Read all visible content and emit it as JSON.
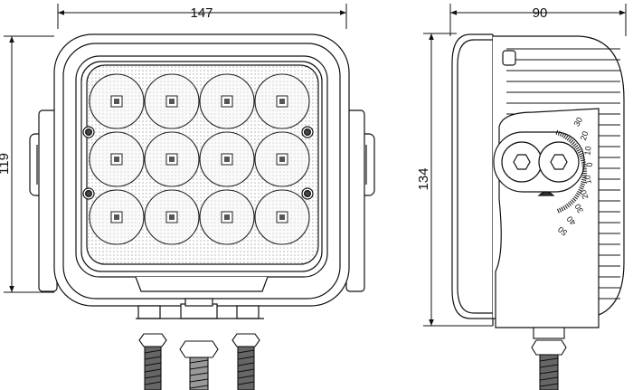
{
  "dimensions": {
    "front_width": "147",
    "front_height": "119",
    "side_depth": "90",
    "side_height": "134"
  },
  "angle_scale": {
    "upper": [
      "30",
      "20",
      "10",
      "0"
    ],
    "lower": [
      "10",
      "20",
      "30",
      "40",
      "50"
    ]
  },
  "led_grid": {
    "rows": 3,
    "columns": 4
  }
}
